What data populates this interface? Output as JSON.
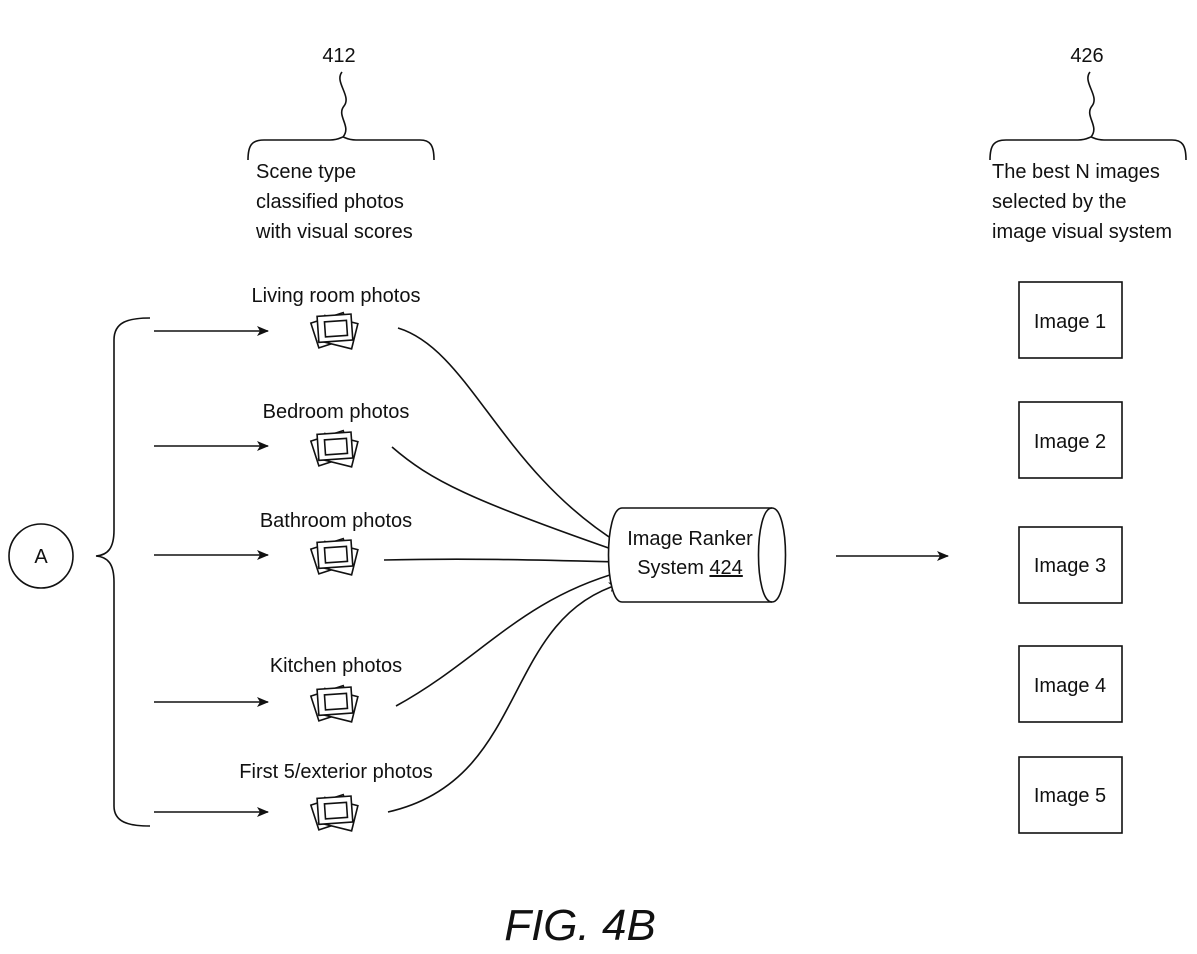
{
  "figure_label": "FIG. 4B",
  "left_group": {
    "ref_number": "412",
    "caption_lines": [
      "Scene type",
      "classified photos",
      "with visual scores"
    ]
  },
  "right_group": {
    "ref_number": "426",
    "caption_lines": [
      "The best N images",
      "selected by the",
      "image visual system"
    ]
  },
  "connector": {
    "label": "A"
  },
  "photo_categories": [
    {
      "label": "Living room photos"
    },
    {
      "label": "Bedroom photos"
    },
    {
      "label": "Bathroom photos"
    },
    {
      "label": "Kitchen photos"
    },
    {
      "label": "First 5/exterior photos"
    }
  ],
  "ranker": {
    "line1": "Image Ranker",
    "line2_prefix": "System ",
    "ref_number": "424"
  },
  "output_images": [
    {
      "label": "Image 1"
    },
    {
      "label": "Image 2"
    },
    {
      "label": "Image 3"
    },
    {
      "label": "Image 4"
    },
    {
      "label": "Image 5"
    }
  ]
}
